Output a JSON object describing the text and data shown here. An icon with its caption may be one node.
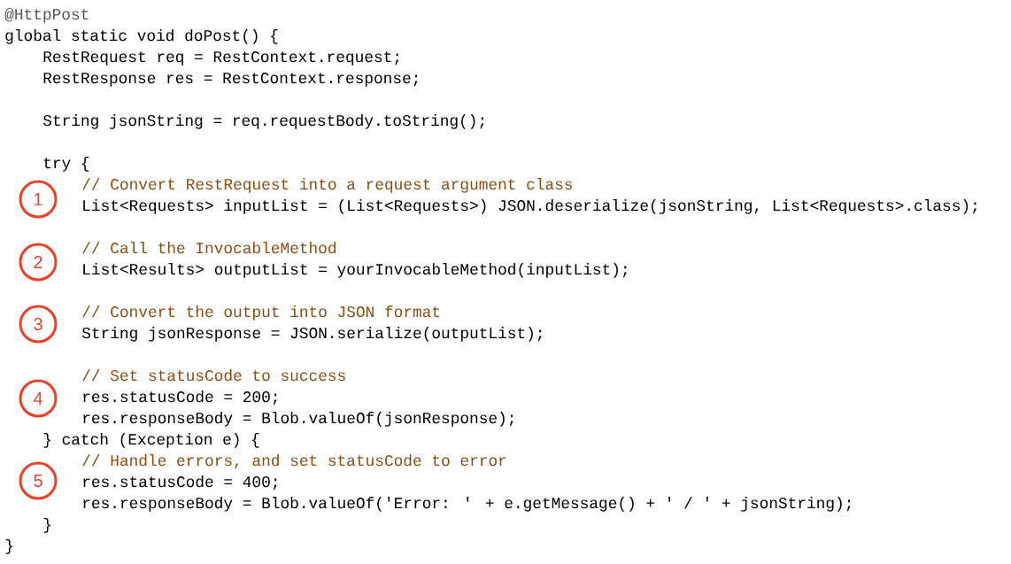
{
  "diagram": {
    "nodes": [
      {
        "text": [
          "1"
        ]
      },
      {
        "text": [
          "2"
        ]
      },
      {
        "text": [
          "3"
        ]
      },
      {
        "text": [
          "4"
        ]
      },
      {
        "text": [
          "5"
        ]
      }
    ],
    "labels": [
      "@HttpPost",
      "global static void doPost() {",
      "RestRequest req = RestContext.request;",
      "RestResponse res = RestContext.response;",
      "String jsonString = req.requestBody.toString();",
      "try {",
      "// Convert RestRequest into a request argument class",
      "List<Requests> inputList = (List<Requests>) JSON.deserialize(jsonString, List<Requests>.class);",
      "// Call the InvocableMethod",
      "List<Results> outputList = yourInvocableMethod(inputList);",
      "// Convert the output into JSON format",
      "String jsonResponse = JSON.serialize(outputList);",
      "// Set statusCode to success",
      "res.statusCode = 200;",
      "res.responseBody = Blob.valueOf(jsonResponse);",
      "} catch (Exception e) {",
      "// Handle errors, and set statusCode to error",
      "res.statusCode = 400;",
      "res.responseBody = Blob.valueOf('Error: ' + e.getMessage() + ' / ' + jsonString);",
      "}",
      "}"
    ]
  }
}
